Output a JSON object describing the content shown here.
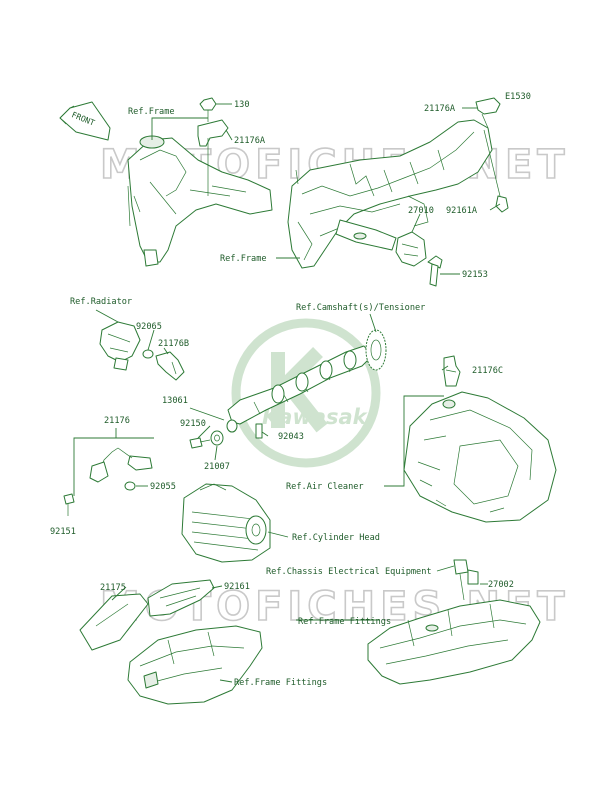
{
  "diagram_code": "E1530",
  "front_arrow": "FRONT",
  "watermark": "MOTOFICHES.NET",
  "logo_text": "Kawasaki",
  "labels": {
    "ref_frame_top": "Ref.Frame",
    "p130": "130",
    "p21176A_left": "21176A",
    "p21176A_right": "21176A",
    "p92161A": "92161A",
    "p27010": "27010",
    "ref_frame_mid": "Ref.Frame",
    "p92153": "92153",
    "ref_radiator": "Ref.Radiator",
    "ref_camshaft": "Ref.Camshaft(s)/Tensioner",
    "p92065": "92065",
    "p21176B": "21176B",
    "p13061": "13061",
    "p21176C": "21176C",
    "p21176": "21176",
    "p92150": "92150",
    "p92043": "92043",
    "p21007": "21007",
    "ref_air_cleaner": "Ref.Air Cleaner",
    "p92055": "92055",
    "p92151": "92151",
    "ref_cylinder_head": "Ref.Cylinder Head",
    "ref_chassis_elec": "Ref.Chassis Electrical Equipment",
    "p27002": "27002",
    "p21175": "21175",
    "p92161": "92161",
    "ref_frame_fittings_right": "Ref.Frame Fittings",
    "ref_frame_fittings_left": "Ref.Frame Fittings"
  }
}
